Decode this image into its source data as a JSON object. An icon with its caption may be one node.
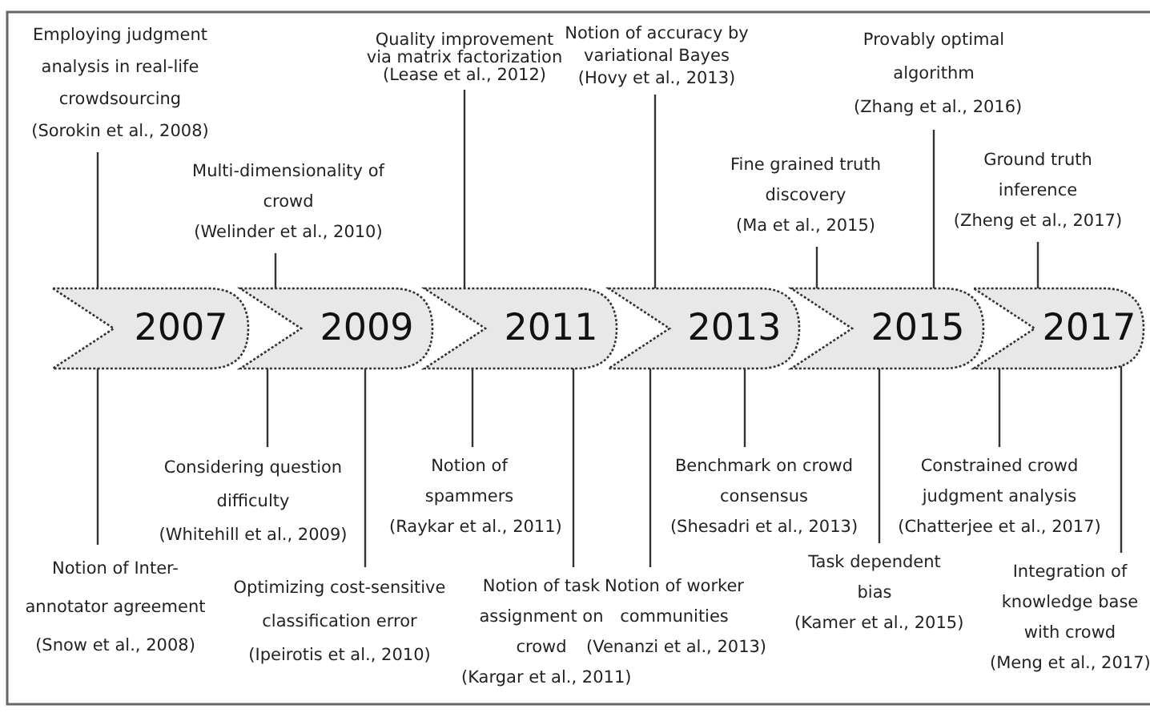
{
  "diagram": {
    "nodes": [
      {
        "text": [
          "2007"
        ]
      },
      {
        "text": [
          "2009"
        ]
      },
      {
        "text": [
          "2011"
        ]
      },
      {
        "text": [
          "2013"
        ]
      },
      {
        "text": [
          "2015"
        ]
      },
      {
        "text": [
          "2017"
        ]
      },
      {
        "text": [
          "Employing judgment analysis in real-life crowdsourcing",
          "(Sorokin et al., 2008)"
        ]
      },
      {
        "text": [
          "Multi-dimensionality of crowd",
          "(Welinder et al., 2010)"
        ]
      },
      {
        "text": [
          "Quality improvement via matrix factorization",
          "(Lease et al., 2012)"
        ]
      },
      {
        "text": [
          "Notion of accuracy by variational Bayes",
          "(Hovy et al., 2013)"
        ]
      },
      {
        "text": [
          "Fine grained truth discovery",
          "(Ma et al., 2015)"
        ]
      },
      {
        "text": [
          "Provably optimal algorithm",
          "(Zhang et al., 2016)"
        ]
      },
      {
        "text": [
          "Ground truth inference",
          "(Zheng et al., 2017)"
        ]
      },
      {
        "text": [
          "Notion of Inter-annotator agreement",
          "(Snow et al., 2008)"
        ]
      },
      {
        "text": [
          "Considering question difficulty",
          "(Whitehill et al., 2009)"
        ]
      },
      {
        "text": [
          "Optimizing cost-sensitive classification error",
          "(Ipeirotis et al., 2010)"
        ]
      },
      {
        "text": [
          "Notion of spammers",
          "(Raykar et al., 2011)"
        ]
      },
      {
        "text": [
          "Notion of task assignment on crowd",
          "(Kargar et al., 2011)"
        ]
      },
      {
        "text": [
          "Notion of worker communities",
          "(Venanzi et al., 2013)"
        ]
      },
      {
        "text": [
          "Benchmark on crowd consensus",
          "(Shesadri et al., 2013)"
        ]
      },
      {
        "text": [
          "Task dependent bias",
          "(Kamer et al., 2015)"
        ]
      },
      {
        "text": [
          "Constrained crowd judgment analysis",
          "(Chatterjee et al., 2017)"
        ]
      },
      {
        "text": [
          "Integration of knowledge base with crowd",
          "(Meng et al., 2017)"
        ]
      }
    ],
    "edges": [
      {
        "from": 6,
        "to": 0,
        "arrow": "none"
      },
      {
        "from": 7,
        "to": 1,
        "arrow": "none"
      },
      {
        "from": 8,
        "to": 2,
        "arrow": "none"
      },
      {
        "from": 9,
        "to": 3,
        "arrow": "none"
      },
      {
        "from": 10,
        "to": 4,
        "arrow": "none"
      },
      {
        "from": 11,
        "to": 4,
        "arrow": "none"
      },
      {
        "from": 12,
        "to": 5,
        "arrow": "none"
      },
      {
        "from": 13,
        "to": 0,
        "arrow": "none"
      },
      {
        "from": 14,
        "to": 1,
        "arrow": "none"
      },
      {
        "from": 15,
        "to": 1,
        "arrow": "none"
      },
      {
        "from": 16,
        "to": 2,
        "arrow": "none"
      },
      {
        "from": 17,
        "to": 2,
        "arrow": "none"
      },
      {
        "from": 18,
        "to": 3,
        "arrow": "none"
      },
      {
        "from": 19,
        "to": 3,
        "arrow": "none"
      },
      {
        "from": 20,
        "to": 4,
        "arrow": "none"
      },
      {
        "from": 21,
        "to": 5,
        "arrow": "none"
      },
      {
        "from": 22,
        "to": 5,
        "arrow": "none"
      }
    ]
  }
}
